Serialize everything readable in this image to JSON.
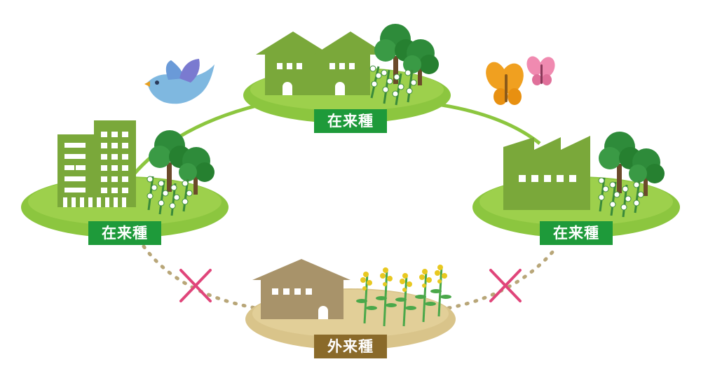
{
  "labels": {
    "native_left": "在来種",
    "native_top": "在来種",
    "native_right": "在来種",
    "alien_bottom": "外来種"
  },
  "colors": {
    "ground_native": "#8cc63f",
    "ground_native_light": "#b5d96a",
    "building": "#7aa83a",
    "label_native": "#1e9a3a",
    "ground_alien": "#d9c48a",
    "building_alien": "#a8936a",
    "label_alien": "#8a6a2a",
    "blocked_mark": "#e0457a",
    "dotted_path": "#b8a678",
    "bird": "#7fb8e0",
    "butterfly_orange": "#f0a020",
    "butterfly_pink": "#f08ab0"
  }
}
